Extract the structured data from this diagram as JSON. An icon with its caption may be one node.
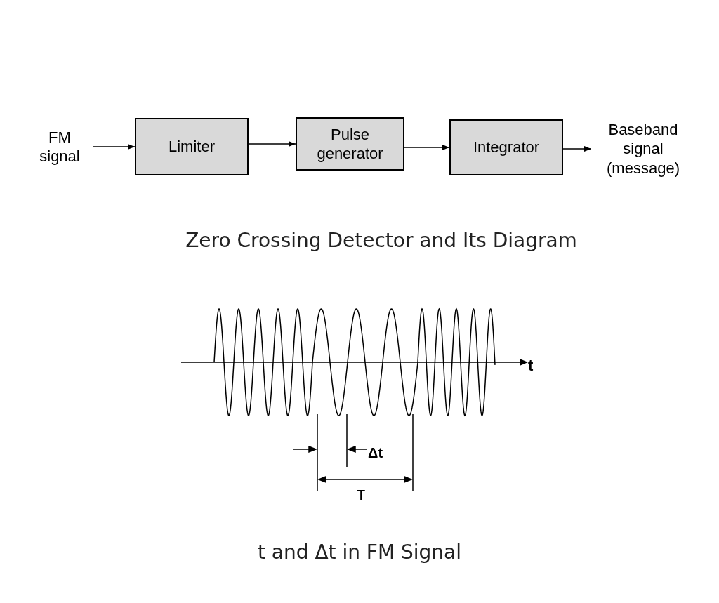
{
  "diagram": {
    "nodes": [
      {
        "text": [
          "FM signal"
        ]
      },
      {
        "text": [
          "Limiter"
        ]
      },
      {
        "text": [
          "Pulse generator"
        ]
      },
      {
        "text": [
          "Integrator"
        ]
      },
      {
        "text": [
          "Baseband signal (message)"
        ]
      }
    ],
    "edges": [
      {
        "from": 0,
        "to": 1,
        "arrow": "to"
      },
      {
        "from": 1,
        "to": 2,
        "arrow": "to"
      },
      {
        "from": 2,
        "to": 3,
        "arrow": "to"
      },
      {
        "from": 3,
        "to": 4,
        "arrow": "to"
      }
    ],
    "labels": [
      "Zero Crossing Detector and Its Diagram",
      "t",
      "Δt",
      "T",
      "t and Δt in FM Signal"
    ]
  }
}
